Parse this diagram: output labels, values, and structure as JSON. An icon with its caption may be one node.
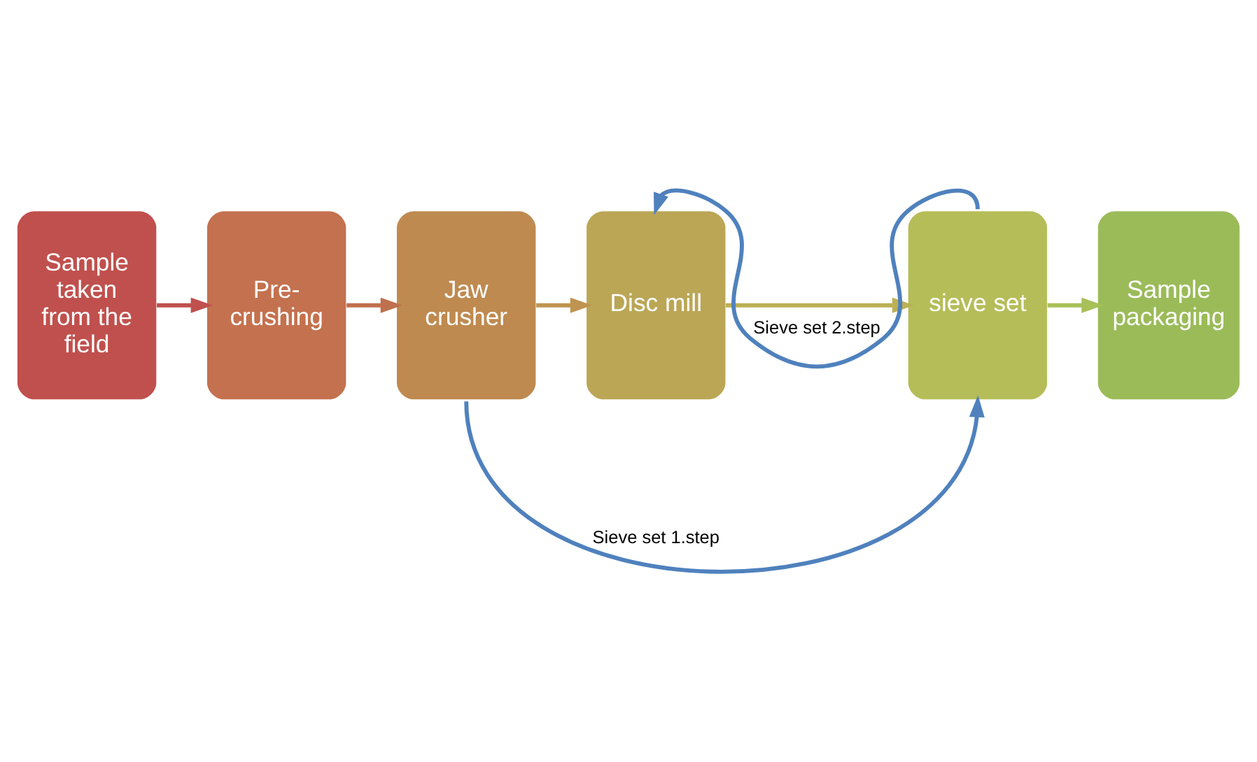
{
  "diagram": {
    "nodes": [
      {
        "text": [
          "Sample taken from the field"
        ]
      },
      {
        "text": [
          "Pre- crushing"
        ]
      },
      {
        "text": [
          "Jaw crusher"
        ]
      },
      {
        "text": [
          "Disc mill"
        ]
      },
      {
        "text": [
          "sieve set"
        ]
      },
      {
        "text": [
          "Sample packaging"
        ]
      }
    ],
    "edges": [
      {
        "from": 0,
        "to": 1,
        "arrow": "to",
        "color": "#c0504d"
      },
      {
        "from": 1,
        "to": 2,
        "arrow": "to",
        "color": "#c0704d"
      },
      {
        "from": 2,
        "to": 3,
        "arrow": "to",
        "color": "#bf9450"
      },
      {
        "from": 3,
        "to": 4,
        "arrow": "to",
        "color": "#bbb055"
      },
      {
        "from": 4,
        "to": 5,
        "arrow": "to",
        "color": "#a8c058"
      },
      {
        "from": 2,
        "to": 4,
        "arrow": "to",
        "label": "Sieve set 1.step",
        "color": "#4f81bd"
      },
      {
        "from": 4,
        "to": 3,
        "arrow": "to",
        "label": "Sieve set 2.step",
        "color": "#4f81bd"
      }
    ]
  }
}
